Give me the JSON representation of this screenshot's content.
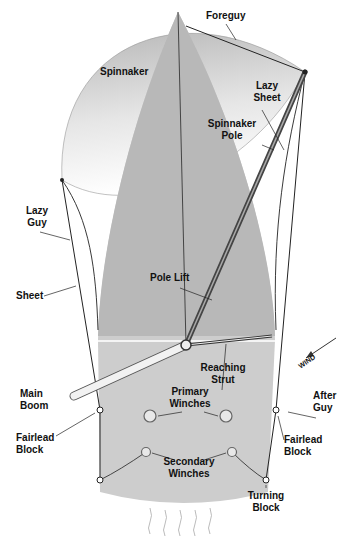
{
  "diagram": {
    "labels": [
      "Foreguy",
      "Spinnaker",
      "Lazy Sheet",
      "Spinnaker Pole",
      "Lazy Guy",
      "Pole Lift",
      "Sheet",
      "Reaching Strut",
      "After Guy",
      "Main Boom",
      "Primary Winches",
      "Fairlead Block",
      "Secondary Winches",
      "Fairlead Block",
      "Turning Block",
      "WIND"
    ]
  }
}
